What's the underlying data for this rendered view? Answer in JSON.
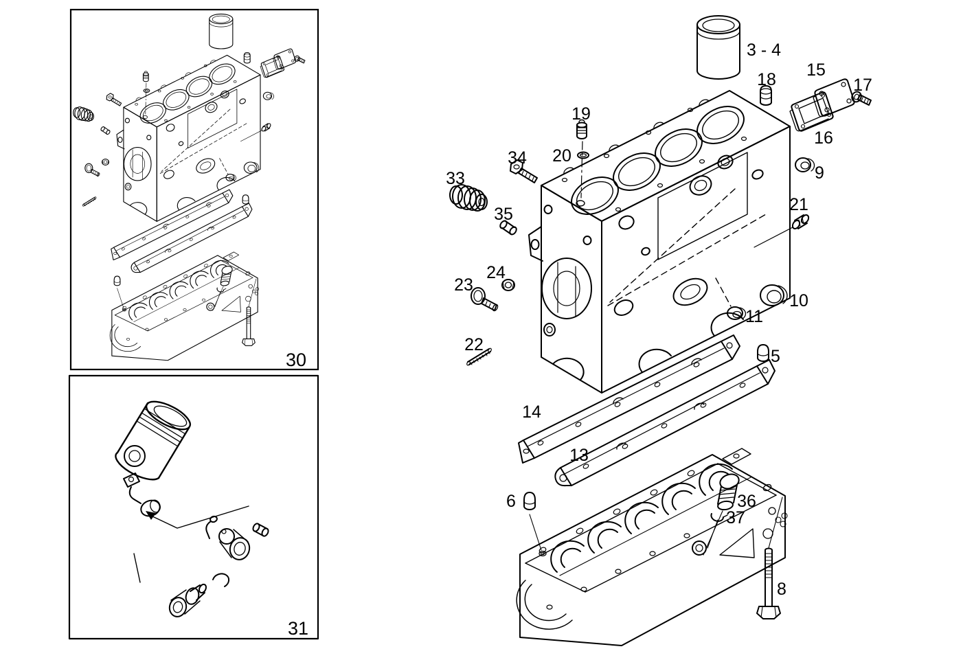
{
  "page": {
    "type": "exploded-parts-diagram",
    "background": "#ffffff",
    "ink": "#000000",
    "subject": "engine crankcase / cylinder block assembly"
  },
  "figure": {
    "panels": [
      {
        "label": "30"
      },
      {
        "label": "31"
      }
    ],
    "callouts": [
      {
        "label": "3 - 4"
      },
      {
        "label": "18"
      },
      {
        "label": "15"
      },
      {
        "label": "17"
      },
      {
        "label": "16"
      },
      {
        "label": "9"
      },
      {
        "label": "19"
      },
      {
        "label": "20"
      },
      {
        "label": "34"
      },
      {
        "label": "33"
      },
      {
        "label": "35"
      },
      {
        "label": "21"
      },
      {
        "label": "24"
      },
      {
        "label": "23"
      },
      {
        "label": "10"
      },
      {
        "label": "11"
      },
      {
        "label": "22"
      },
      {
        "label": "5"
      },
      {
        "label": "14"
      },
      {
        "label": "13"
      },
      {
        "label": "6"
      },
      {
        "label": "36"
      },
      {
        "label": "37"
      },
      {
        "label": "8"
      }
    ]
  }
}
